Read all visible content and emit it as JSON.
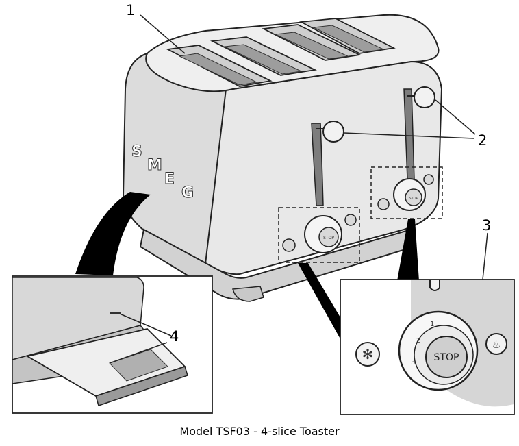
{
  "callouts": {
    "one": "1",
    "two": "2",
    "three": "3",
    "four": "4"
  },
  "logo_letters": [
    "S",
    "M",
    "E",
    "G"
  ],
  "dial_numbers": [
    "1",
    "2",
    "3"
  ],
  "stop_label": "STOP",
  "caption": "Model TSF03 - 4-slice Toaster",
  "icons": [
    "defrost-snowflake-icon",
    "reheat-icon",
    "bagel-icon"
  ],
  "colors": {
    "body": "#e4e4e4",
    "outline": "#222222",
    "shadow": "#b9b9b9"
  }
}
